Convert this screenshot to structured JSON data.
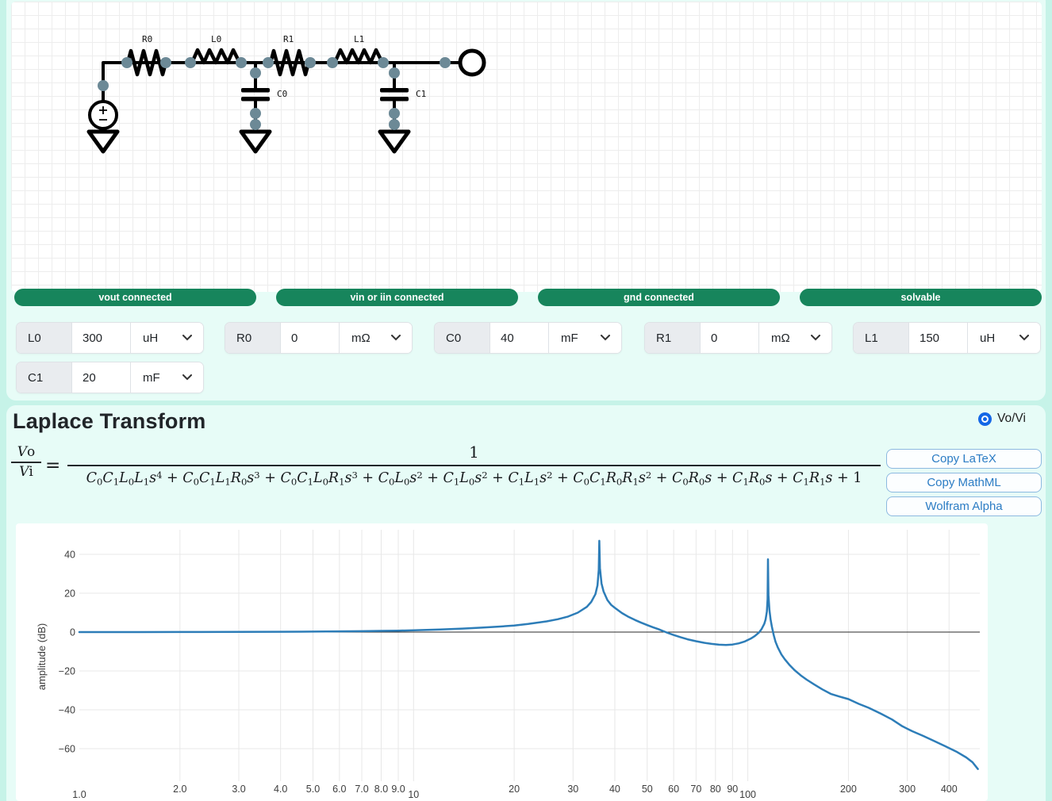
{
  "colors": {
    "page_bg": "#c6f3e8",
    "card_bg": "#e7fcf7",
    "accent_green": "#17855C",
    "radio_blue": "#1467E6",
    "button_blue": "#2B7CC4",
    "curve_blue": "#2D7DB8"
  },
  "circuit": {
    "labels": {
      "r0": "R0",
      "l0": "L0",
      "r1": "R1",
      "l1": "L1",
      "c0": "C0",
      "c1": "C1"
    }
  },
  "status_badges": [
    {
      "label": "vout connected"
    },
    {
      "label": "vin or iin connected"
    },
    {
      "label": "gnd connected"
    },
    {
      "label": "solvable"
    }
  ],
  "component_inputs": [
    {
      "name": "L0",
      "value": "300",
      "unit": "uH"
    },
    {
      "name": "R0",
      "value": "0",
      "unit": "mΩ"
    },
    {
      "name": "C0",
      "value": "40",
      "unit": "mF"
    },
    {
      "name": "R1",
      "value": "0",
      "unit": "mΩ"
    },
    {
      "name": "L1",
      "value": "150",
      "unit": "uH"
    },
    {
      "name": "C1",
      "value": "20",
      "unit": "mF"
    }
  ],
  "laplace": {
    "title": "Laplace Transform",
    "radio_label": "Vo/Vi",
    "lhs_numerator": "Vo",
    "lhs_denominator": "Vi",
    "equals": "=",
    "numerator": "1",
    "denominator": "C0C1L0L1s^4 + C0C1L1R0s^3 + C0C1L0R1s^3 + C0L0s^2 + C1L0s^2 + C1L1s^2 + C0C1R0R1s^2 + C0R0s + C1R0s + C1R1s + 1"
  },
  "buttons": [
    {
      "label": "Copy LaTeX"
    },
    {
      "label": "Copy MathML"
    },
    {
      "label": "Wolfram Alpha"
    }
  ],
  "chart_data": {
    "type": "line",
    "title": "",
    "xlabel": "",
    "ylabel": "amplitude (dB)",
    "x_scale": "log",
    "x_range": [
      1,
      490
    ],
    "ylim": [
      -75,
      50
    ],
    "grid": true,
    "xticks": [
      {
        "f": 1,
        "label": "1.0",
        "major": true
      },
      {
        "f": 2,
        "label": "2.0"
      },
      {
        "f": 3,
        "label": "3.0"
      },
      {
        "f": 4,
        "label": "4.0"
      },
      {
        "f": 5,
        "label": "5.0"
      },
      {
        "f": 6,
        "label": "6.0"
      },
      {
        "f": 7,
        "label": "7.0"
      },
      {
        "f": 8,
        "label": "8.0"
      },
      {
        "f": 9,
        "label": "9.0"
      },
      {
        "f": 10,
        "label": "10",
        "major": true
      },
      {
        "f": 20,
        "label": "20"
      },
      {
        "f": 30,
        "label": "30"
      },
      {
        "f": 40,
        "label": "40"
      },
      {
        "f": 50,
        "label": "50"
      },
      {
        "f": 60,
        "label": "60"
      },
      {
        "f": 70,
        "label": "70"
      },
      {
        "f": 80,
        "label": "80"
      },
      {
        "f": 90,
        "label": "90"
      },
      {
        "f": 100,
        "label": "100",
        "major": true
      },
      {
        "f": 200,
        "label": "200"
      },
      {
        "f": 300,
        "label": "300"
      },
      {
        "f": 400,
        "label": "400"
      }
    ],
    "yticks": [
      {
        "v": 40,
        "label": "40"
      },
      {
        "v": 20,
        "label": "20"
      },
      {
        "v": 0,
        "label": "0"
      },
      {
        "v": -20,
        "label": "−20"
      },
      {
        "v": -40,
        "label": "−40"
      },
      {
        "v": -60,
        "label": "−60"
      }
    ],
    "resonance_peaks": [
      {
        "freq": 36,
        "db": 47
      },
      {
        "freq": 115,
        "db": 37.5
      }
    ],
    "points": [
      [
        1,
        0
      ],
      [
        1.5,
        0
      ],
      [
        2,
        0.05
      ],
      [
        3,
        0.1
      ],
      [
        4,
        0.15
      ],
      [
        5,
        0.25
      ],
      [
        6,
        0.35
      ],
      [
        7,
        0.45
      ],
      [
        8,
        0.6
      ],
      [
        9,
        0.75
      ],
      [
        10,
        0.9
      ],
      [
        12,
        1.3
      ],
      [
        14,
        1.8
      ],
      [
        16,
        2.3
      ],
      [
        18,
        2.8
      ],
      [
        20,
        3.4
      ],
      [
        22,
        4.2
      ],
      [
        25,
        5.5
      ],
      [
        27,
        6.6
      ],
      [
        29,
        8
      ],
      [
        31,
        10
      ],
      [
        33,
        13
      ],
      [
        34,
        15.5
      ],
      [
        35,
        19.5
      ],
      [
        35.5,
        24
      ],
      [
        35.8,
        32
      ],
      [
        35.95,
        47
      ],
      [
        36.1,
        33
      ],
      [
        36.5,
        25
      ],
      [
        37,
        21
      ],
      [
        38,
        16.5
      ],
      [
        39,
        14
      ],
      [
        40,
        12.5
      ],
      [
        42,
        9.8
      ],
      [
        44,
        7.8
      ],
      [
        46,
        6.2
      ],
      [
        48,
        4.8
      ],
      [
        50,
        3.6
      ],
      [
        52,
        2.5
      ],
      [
        54,
        1.5
      ],
      [
        56,
        0.4
      ],
      [
        58,
        -0.6
      ],
      [
        60,
        -1.5
      ],
      [
        63,
        -2.7
      ],
      [
        66,
        -3.7
      ],
      [
        70,
        -4.7
      ],
      [
        74,
        -5.5
      ],
      [
        78,
        -6.1
      ],
      [
        82,
        -6.5
      ],
      [
        86,
        -6.6
      ],
      [
        90,
        -6.4
      ],
      [
        94,
        -5.8
      ],
      [
        98,
        -4.8
      ],
      [
        102,
        -3.4
      ],
      [
        105,
        -2
      ],
      [
        108,
        -0.2
      ],
      [
        110,
        1.6
      ],
      [
        112,
        4.2
      ],
      [
        113,
        6.5
      ],
      [
        114,
        10.5
      ],
      [
        114.6,
        17
      ],
      [
        114.9,
        37.5
      ],
      [
        115.3,
        19
      ],
      [
        116,
        11.5
      ],
      [
        117,
        6.5
      ],
      [
        118,
        2.8
      ],
      [
        119.5,
        -1.5
      ],
      [
        121,
        -5
      ],
      [
        123,
        -8
      ],
      [
        126,
        -11.5
      ],
      [
        129,
        -14
      ],
      [
        133,
        -16.8
      ],
      [
        138,
        -19.6
      ],
      [
        144,
        -22.3
      ],
      [
        150,
        -24.5
      ],
      [
        158,
        -27
      ],
      [
        167,
        -29.5
      ],
      [
        177,
        -31.8
      ],
      [
        188,
        -33.2
      ],
      [
        200,
        -34.5
      ],
      [
        215,
        -37
      ],
      [
        230,
        -39
      ],
      [
        250,
        -42
      ],
      [
        270,
        -45
      ],
      [
        290,
        -48.5
      ],
      [
        310,
        -51
      ],
      [
        335,
        -53.5
      ],
      [
        360,
        -56
      ],
      [
        390,
        -58.8
      ],
      [
        420,
        -61.5
      ],
      [
        450,
        -64.5
      ],
      [
        470,
        -67
      ],
      [
        488,
        -70.5
      ]
    ]
  }
}
